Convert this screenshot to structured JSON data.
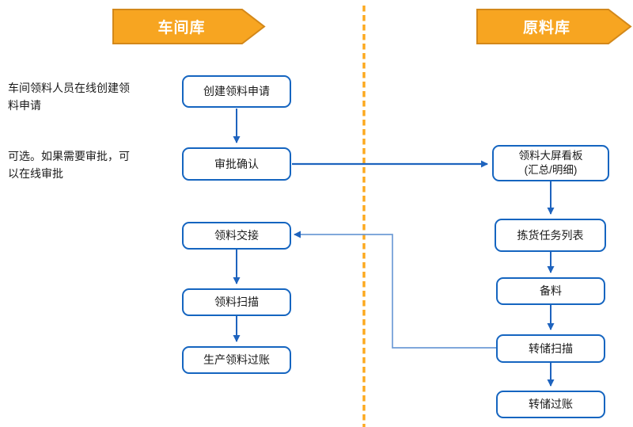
{
  "lanes": [
    {
      "id": "workshop-warehouse",
      "title": "车间库"
    },
    {
      "id": "raw-material-warehouse",
      "title": "原料库"
    }
  ],
  "annotations": [
    {
      "text": "车间领料人员在线创建领\n料申请"
    },
    {
      "text": "可选。如果需要审批，可\n以在线审批"
    }
  ],
  "nodes": [
    {
      "id": "create-requisition",
      "label": "创建领料申请"
    },
    {
      "id": "approval-confirm",
      "label": "审批确认"
    },
    {
      "id": "material-handover",
      "label": "领料交接"
    },
    {
      "id": "material-scan",
      "label": "领料扫描"
    },
    {
      "id": "production-issue-posting",
      "label": "生产领料过账"
    },
    {
      "id": "requisition-dashboard",
      "label": "领料大屏看板\n(汇总/明细)"
    },
    {
      "id": "picking-task-list",
      "label": "拣货任务列表"
    },
    {
      "id": "material-preparation",
      "label": "备料"
    },
    {
      "id": "transfer-scan",
      "label": "转储扫描"
    },
    {
      "id": "transfer-posting",
      "label": "转储过账"
    }
  ],
  "colors": {
    "banner_fill": "#F7A521",
    "banner_border": "#D3881A",
    "box_border": "#1565C0",
    "arrow": "#1E63BE",
    "return_line": "#6E9CD6",
    "divider": "#FCA81D",
    "text": "#1A1A1A"
  }
}
